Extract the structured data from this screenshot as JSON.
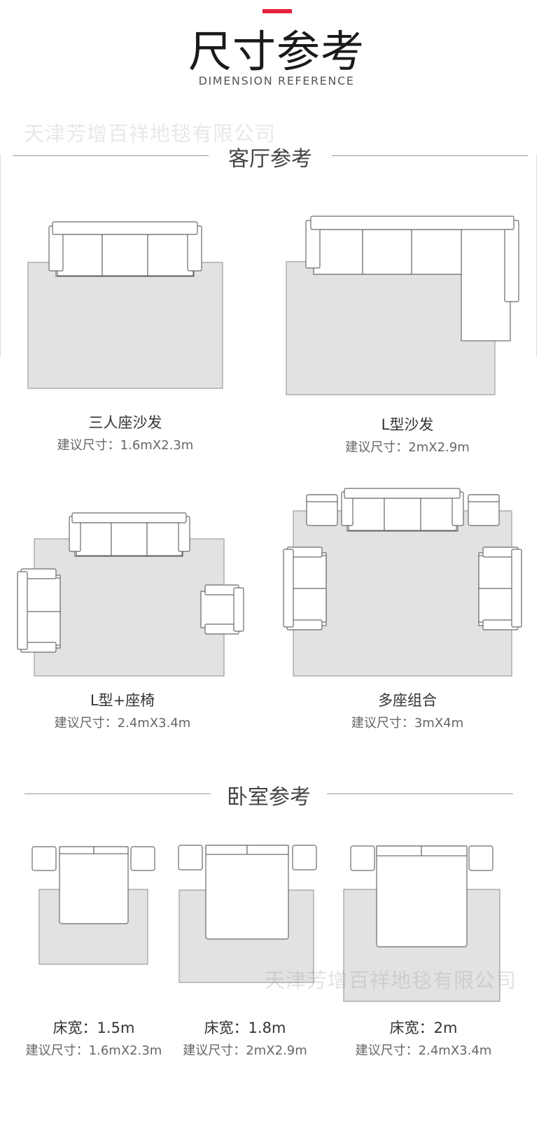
{
  "header": {
    "title": "尺寸参考",
    "subtitle": "DIMENSION REFERENCE",
    "accent_color": "#e8203b"
  },
  "watermark": "天津芳增百祥地毯有限公司",
  "living_room": {
    "title": "客厅参考",
    "items": [
      {
        "name": "三人座沙发",
        "size": "建议尺寸：1.6mX2.3m"
      },
      {
        "name": "L型沙发",
        "size": "建议尺寸：2mX2.9m"
      },
      {
        "name": "L型+座椅",
        "size": "建议尺寸：2.4mX3.4m"
      },
      {
        "name": "多座组合",
        "size": "建议尺寸：3mX4m"
      }
    ]
  },
  "bedroom": {
    "title": "卧室参考",
    "items": [
      {
        "name": "床宽：1.5m",
        "size": "建议尺寸：1.6mX2.3m"
      },
      {
        "name": "床宽：1.8m",
        "size": "建议尺寸：2mX2.9m"
      },
      {
        "name": "床宽：2m",
        "size": "建议尺寸：2.4mX3.4m"
      }
    ]
  },
  "colors": {
    "rug": "#e2e2e2",
    "rug_border": "#9e9e9e",
    "furniture_stroke": "#6a6a6a"
  }
}
